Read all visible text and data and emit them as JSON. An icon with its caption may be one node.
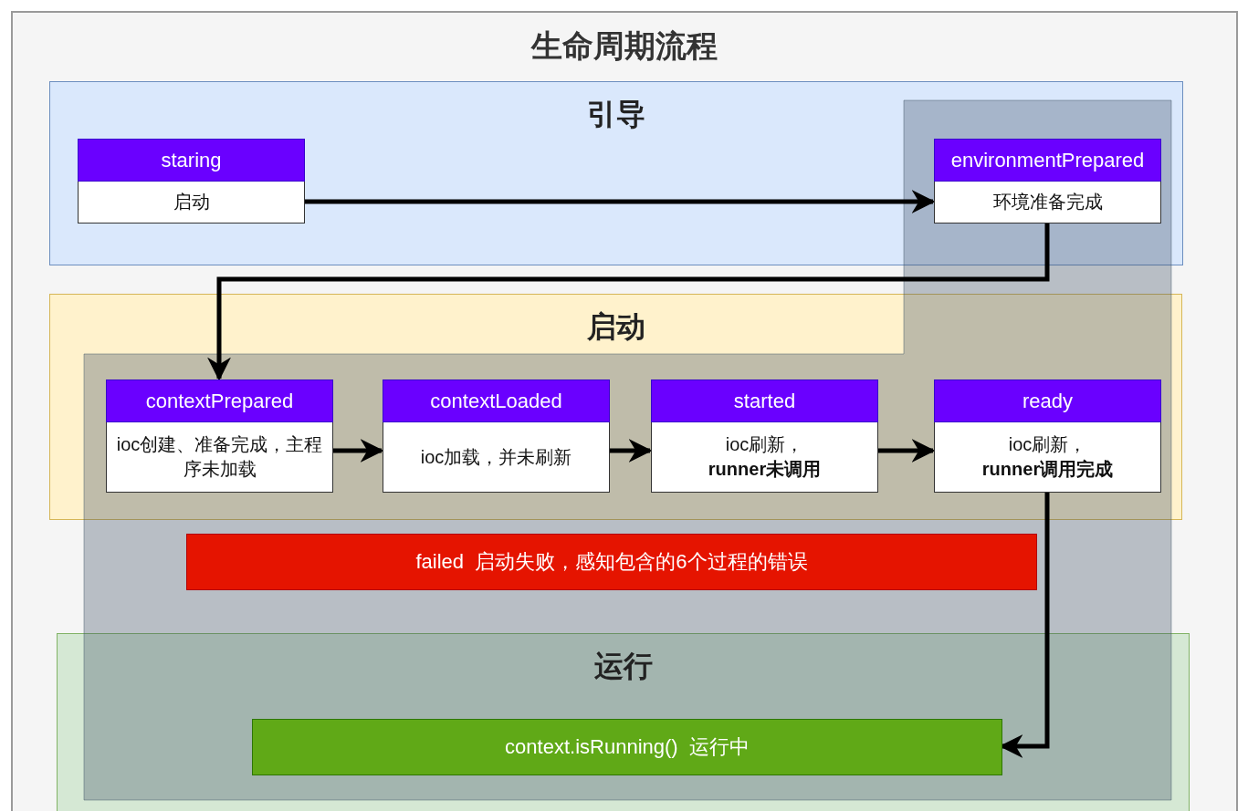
{
  "diagram": {
    "title": "生命周期流程",
    "nodes": [
      {
        "text": [
          "引导"
        ]
      },
      {
        "text": [
          "staring",
          "启动"
        ],
        "in": 0
      },
      {
        "text": [
          "environmentPrepared",
          "环境准备完成"
        ],
        "in": 0
      },
      {
        "text": [
          "启动"
        ]
      },
      {
        "text": [
          "contextPrepared",
          "ioc创建、准备完成，主程序未加载"
        ],
        "in": 3
      },
      {
        "text": [
          "contextLoaded",
          "ioc加载，并未刷新"
        ],
        "in": 3
      },
      {
        "text": [
          "started",
          "ioc刷新，**runner未调用**"
        ],
        "in": 3
      },
      {
        "text": [
          "ready",
          "ioc刷新，**runner调用完成**"
        ],
        "in": 3
      },
      {
        "text": [
          "failed  启动失败，感知包含的6个过程的错误"
        ]
      },
      {
        "text": [
          "运行"
        ]
      },
      {
        "text": [
          "context.isRunning()  运行中"
        ],
        "in": 9
      }
    ],
    "edges": [
      {
        "from": 1,
        "to": 2,
        "arrow": "to"
      },
      {
        "from": 2,
        "to": 4,
        "arrow": "to"
      },
      {
        "from": 4,
        "to": 5,
        "arrow": "to"
      },
      {
        "from": 5,
        "to": 6,
        "arrow": "to"
      },
      {
        "from": 6,
        "to": 7,
        "arrow": "to"
      },
      {
        "from": 7,
        "to": 10,
        "arrow": "to"
      }
    ]
  }
}
